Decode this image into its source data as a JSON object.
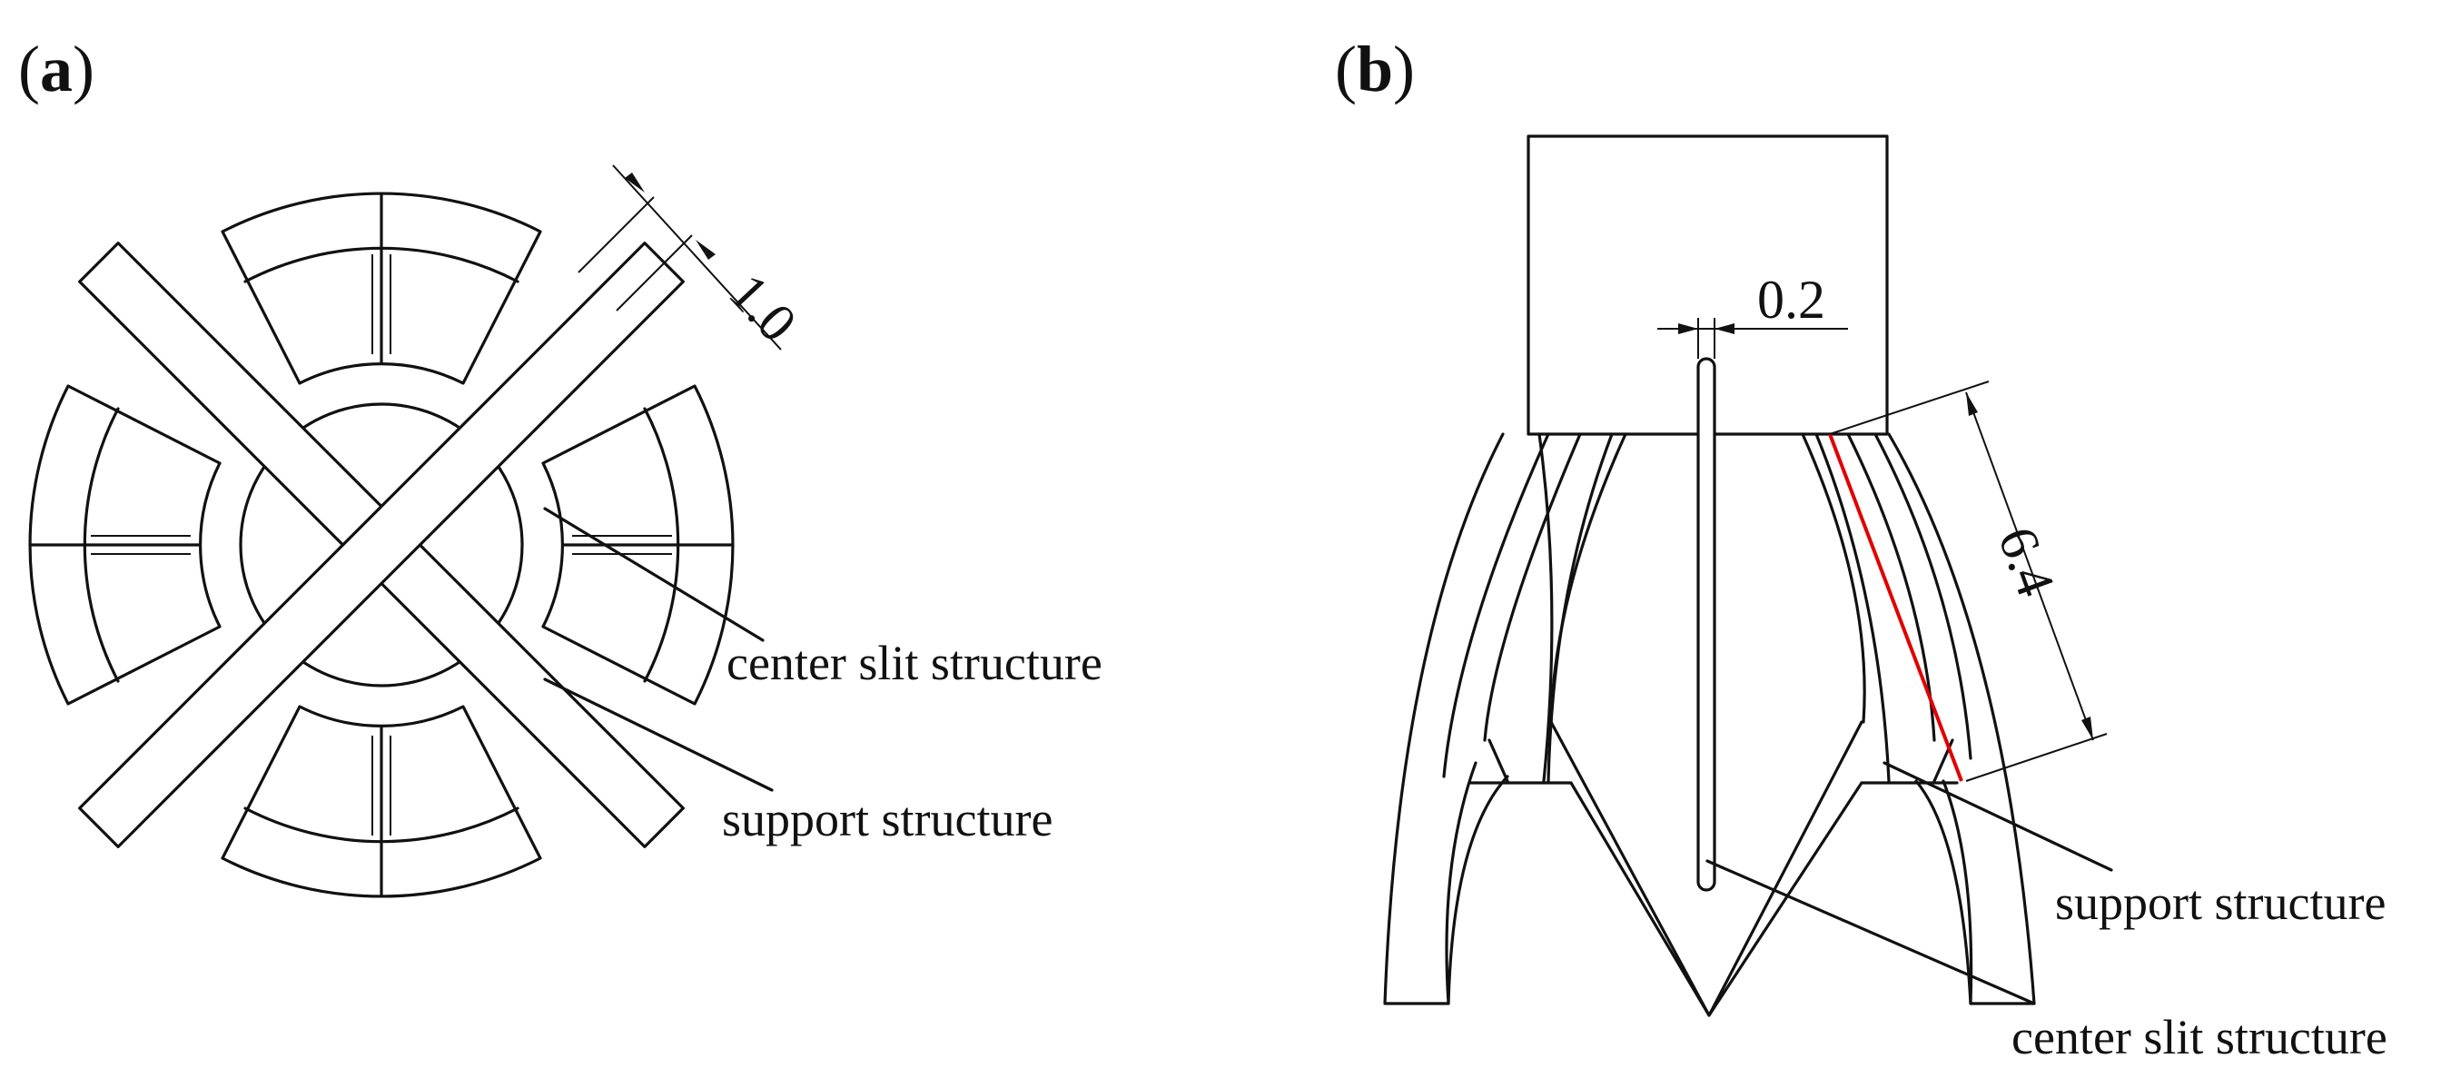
{
  "panel_a": {
    "label_letter": "a",
    "annotation_center_slit": "center slit structure",
    "annotation_support": "support structure",
    "dimension_width": "1.0"
  },
  "panel_b": {
    "label_letter": "b",
    "annotation_support": "support structure",
    "annotation_center_slit": "center slit structure",
    "dimension_slit": "0.2",
    "dimension_length": "6.4",
    "highlight_color": "#e00000"
  }
}
